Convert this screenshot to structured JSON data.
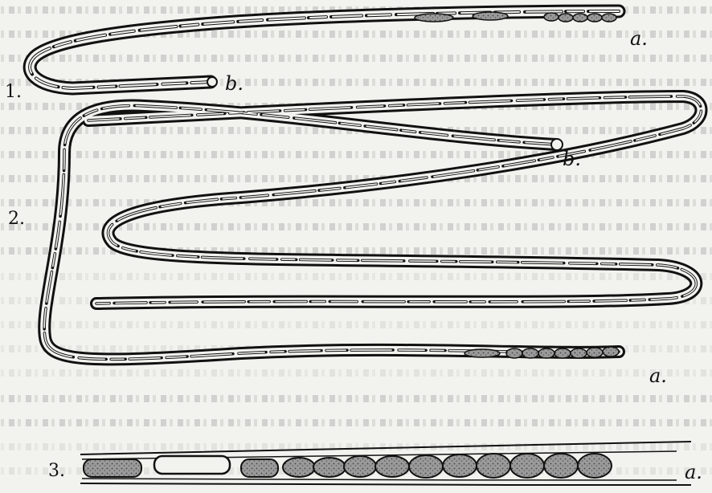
{
  "figure": {
    "panels": [
      {
        "number": "1.",
        "end_left": "b.",
        "end_right": "a."
      },
      {
        "number": "2.",
        "end_inner": "b.",
        "end_right": "a."
      },
      {
        "number": "3.",
        "end_right": "a."
      }
    ]
  },
  "colors": {
    "ink": "#111111",
    "paper": "#f2f2ef",
    "cell_fill": "#8d8d8d"
  }
}
